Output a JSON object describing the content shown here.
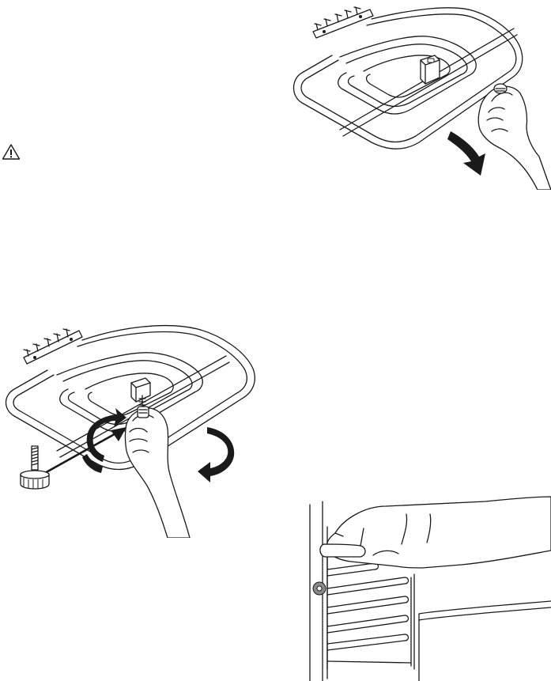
{
  "page": {
    "background": "#ffffff",
    "ink": "#1a1a1a"
  },
  "figures": [
    {
      "id": "heater-fold-down",
      "icon": "heating-element-fold-down-illustration"
    },
    {
      "id": "warning",
      "icon": "warning-triangle-icon"
    },
    {
      "id": "heater-screw",
      "icon": "heating-element-screw-fixing-illustration"
    },
    {
      "id": "shelf-support",
      "icon": "oven-shelf-support-removal-illustration"
    }
  ]
}
